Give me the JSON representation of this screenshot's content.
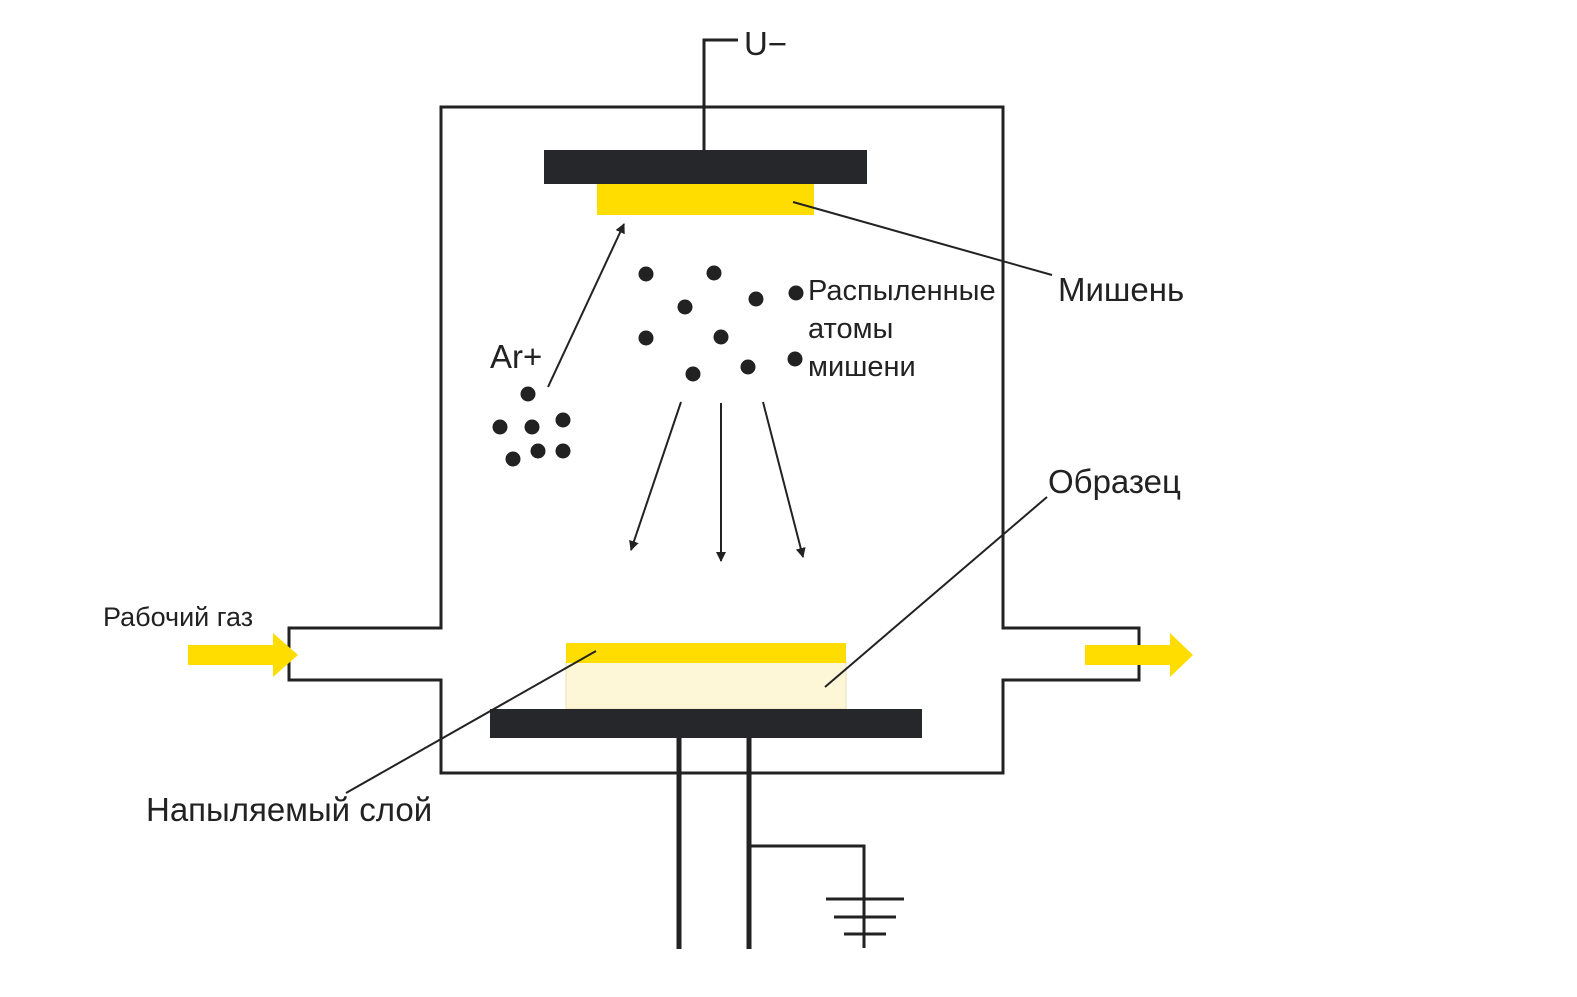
{
  "labels": {
    "voltage": "U−",
    "target": "Мишень",
    "sputtered_line1": "Распыленные",
    "sputtered_line2": "атомы",
    "sputtered_line3": "мишени",
    "argon": "Ar+",
    "sample": "Образец",
    "work_gas": "Рабочий газ",
    "deposited_layer": "Напыляемый слой"
  },
  "colors": {
    "line": "#222222",
    "electrode": "#26272b",
    "target_material": "#ffdd00",
    "deposited_layer": "#ffdd00",
    "sample_body": "#fdf7d8",
    "gas_arrow": "#ffdd00"
  }
}
